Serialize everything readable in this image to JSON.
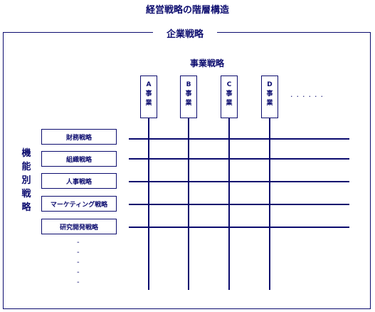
{
  "title": "経営戦略の階層構造",
  "corporate_label": "企業戦略",
  "business_title": "事業戦略",
  "businesses": [
    {
      "letter": "A",
      "chars": [
        "事",
        "業"
      ]
    },
    {
      "letter": "B",
      "chars": [
        "事",
        "業"
      ]
    },
    {
      "letter": "C",
      "chars": [
        "事",
        "業"
      ]
    },
    {
      "letter": "D",
      "chars": [
        "事",
        "業"
      ]
    }
  ],
  "business_ellipsis": "......",
  "functional_title_chars": [
    "機",
    "能",
    "別",
    "戦",
    "略"
  ],
  "functions": [
    "財務戦略",
    "組織戦略",
    "人事戦略",
    "マーケティング戦略",
    "研究開発戦略"
  ],
  "function_ellipsis": [
    "-",
    "-",
    "-",
    "-",
    "-"
  ],
  "colors": {
    "line": "#0b0b6e"
  }
}
